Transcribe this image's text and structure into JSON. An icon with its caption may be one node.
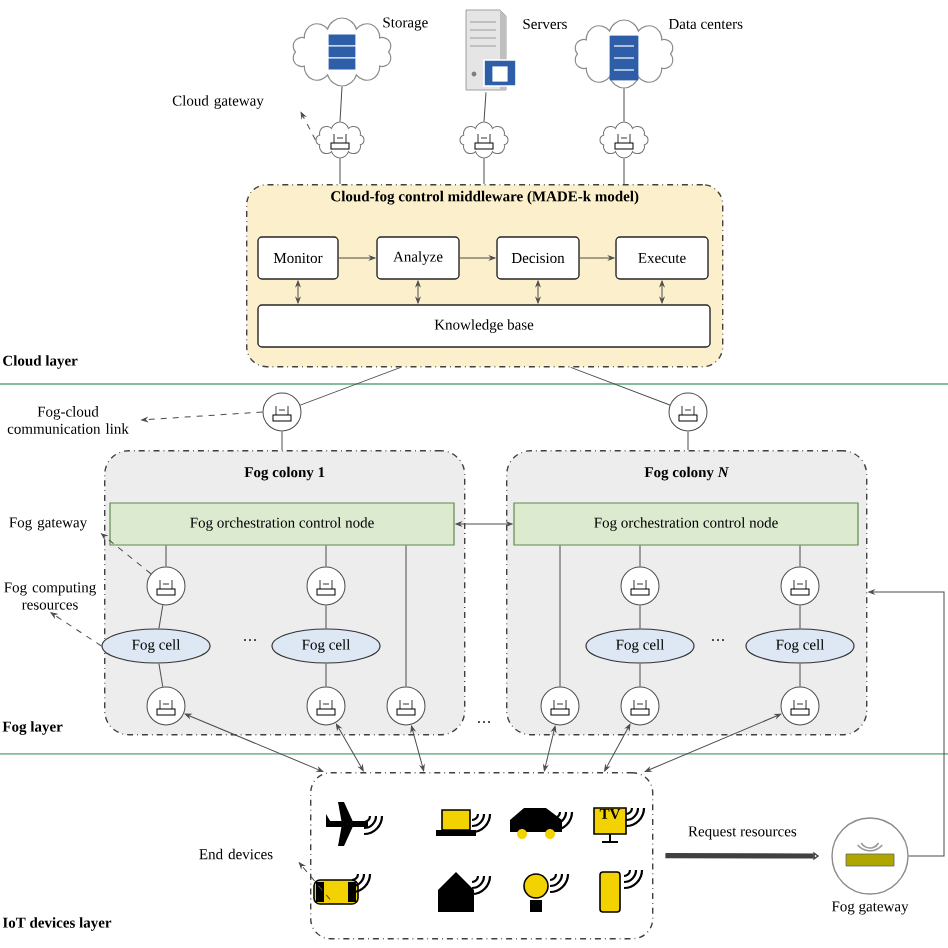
{
  "diagram": {
    "nodes": [
      {
        "text": [],
        "shape": "picture",
        "beside": [
          "Storage"
        ]
      },
      {
        "text": [],
        "shape": "picture",
        "beside": [
          "Servers"
        ]
      },
      {
        "text": [],
        "shape": "picture",
        "beside": [
          "Data centers"
        ]
      },
      {
        "text": [],
        "shape": "cloud"
      },
      {
        "text": [],
        "shape": "cloud"
      },
      {
        "text": [],
        "shape": "cloud"
      },
      {
        "text": [
          "Cloud-fog control middleware (MADE-k model)"
        ]
      },
      {
        "text": [
          "Monitor"
        ],
        "in": 6
      },
      {
        "text": [
          "Analyze"
        ],
        "in": 6
      },
      {
        "text": [
          "Decision"
        ],
        "in": 6
      },
      {
        "text": [
          "Execute"
        ],
        "in": 6
      },
      {
        "text": [
          "Knowledge base"
        ],
        "in": 6
      },
      {
        "text": [
          "Cloud gateway"
        ]
      },
      {
        "text": [
          "Fog-cloud communication link"
        ]
      },
      {
        "text": [],
        "shape": "circle"
      },
      {
        "text": [],
        "shape": "circle"
      },
      {
        "text": [
          "Fog colony 1"
        ]
      },
      {
        "text": [
          "Fog orchestration control node"
        ],
        "in": 16
      },
      {
        "text": [],
        "shape": "circle",
        "in": 16
      },
      {
        "text": [],
        "shape": "circle",
        "in": 16
      },
      {
        "text": [
          "Fog cell"
        ],
        "in": 16
      },
      {
        "text": [
          "Fog cell"
        ],
        "in": 16
      },
      {
        "text": [],
        "shape": "circle",
        "in": 16
      },
      {
        "text": [],
        "shape": "circle",
        "in": 16
      },
      {
        "text": [],
        "shape": "circle",
        "in": 16
      },
      {
        "text": [
          "Fog colony *N*"
        ]
      },
      {
        "text": [
          "Fog orchestration control node"
        ],
        "in": 25
      },
      {
        "text": [],
        "shape": "circle",
        "in": 25
      },
      {
        "text": [],
        "shape": "circle",
        "in": 25
      },
      {
        "text": [
          "Fog cell"
        ],
        "in": 25
      },
      {
        "text": [
          "Fog cell"
        ],
        "in": 25
      },
      {
        "text": [],
        "shape": "circle",
        "in": 25
      },
      {
        "text": [],
        "shape": "circle",
        "in": 25
      },
      {
        "text": [],
        "shape": "circle",
        "in": 25
      },
      {
        "text": [
          "Fog gateway"
        ]
      },
      {
        "text": [
          "Fog computing resources"
        ]
      },
      {
        "text": [],
        "shape": "box"
      },
      {
        "text": [
          "End devices"
        ]
      },
      {
        "text": [],
        "shape": "circle",
        "beside": [
          "Fog gateway"
        ]
      }
    ],
    "edges": [
      {
        "from": 0,
        "to": 3,
        "arrow": "none"
      },
      {
        "from": 1,
        "to": 4,
        "arrow": "none"
      },
      {
        "from": 2,
        "to": 5,
        "arrow": "none"
      },
      {
        "from": 3,
        "to": 6,
        "arrow": "none"
      },
      {
        "from": 4,
        "to": 6,
        "arrow": "none"
      },
      {
        "from": 5,
        "to": 6,
        "arrow": "none"
      },
      {
        "from": 3,
        "to": 12,
        "arrow": "to",
        "style": "dashed"
      },
      {
        "from": 7,
        "to": 8,
        "arrow": "to"
      },
      {
        "from": 8,
        "to": 9,
        "arrow": "to"
      },
      {
        "from": 9,
        "to": 10,
        "arrow": "to"
      },
      {
        "from": 7,
        "to": 11,
        "arrow": "both"
      },
      {
        "from": 8,
        "to": 11,
        "arrow": "both"
      },
      {
        "from": 9,
        "to": 11,
        "arrow": "both"
      },
      {
        "from": 10,
        "to": 11,
        "arrow": "both"
      },
      {
        "from": 6,
        "to": 14,
        "arrow": "none"
      },
      {
        "from": 6,
        "to": 15,
        "arrow": "none"
      },
      {
        "from": 14,
        "to": 13,
        "arrow": "to",
        "style": "dashed"
      },
      {
        "from": 14,
        "to": 16,
        "arrow": "none"
      },
      {
        "from": 15,
        "to": 25,
        "arrow": "none"
      },
      {
        "from": 17,
        "to": 26,
        "arrow": "both"
      },
      {
        "from": 17,
        "to": 18,
        "arrow": "none"
      },
      {
        "from": 18,
        "to": 20,
        "arrow": "none"
      },
      {
        "from": 17,
        "to": 19,
        "arrow": "none"
      },
      {
        "from": 19,
        "to": 21,
        "arrow": "none"
      },
      {
        "from": 20,
        "to": 22,
        "arrow": "none"
      },
      {
        "from": 21,
        "to": 23,
        "arrow": "none"
      },
      {
        "from": 17,
        "to": 24,
        "arrow": "none"
      },
      {
        "from": 18,
        "to": 34,
        "arrow": "to",
        "style": "dashed"
      },
      {
        "from": 20,
        "to": 35,
        "arrow": "to",
        "style": "dashed"
      },
      {
        "from": 26,
        "to": 27,
        "arrow": "none"
      },
      {
        "from": 27,
        "to": 29,
        "arrow": "none"
      },
      {
        "from": 26,
        "to": 28,
        "arrow": "none"
      },
      {
        "from": 28,
        "to": 30,
        "arrow": "none"
      },
      {
        "from": 29,
        "to": 32,
        "arrow": "none"
      },
      {
        "from": 30,
        "to": 33,
        "arrow": "none"
      },
      {
        "from": 26,
        "to": 31,
        "arrow": "none"
      },
      {
        "from": 22,
        "to": 36,
        "arrow": "both"
      },
      {
        "from": 23,
        "to": 36,
        "arrow": "both"
      },
      {
        "from": 24,
        "to": 36,
        "arrow": "both"
      },
      {
        "from": 31,
        "to": 36,
        "arrow": "both"
      },
      {
        "from": 32,
        "to": 36,
        "arrow": "both"
      },
      {
        "from": 33,
        "to": 36,
        "arrow": "both"
      },
      {
        "from": 36,
        "to": 37,
        "arrow": "to",
        "style": "dashed"
      },
      {
        "from": 36,
        "to": 38,
        "arrow": "to",
        "style": "thick",
        "label": "Request resources"
      },
      {
        "from": 38,
        "to": 25,
        "arrow": "to"
      }
    ],
    "labels": [
      "Cloud layer",
      "…",
      "…",
      "Fog layer",
      "…",
      "TV",
      "IoT devices layer"
    ]
  }
}
